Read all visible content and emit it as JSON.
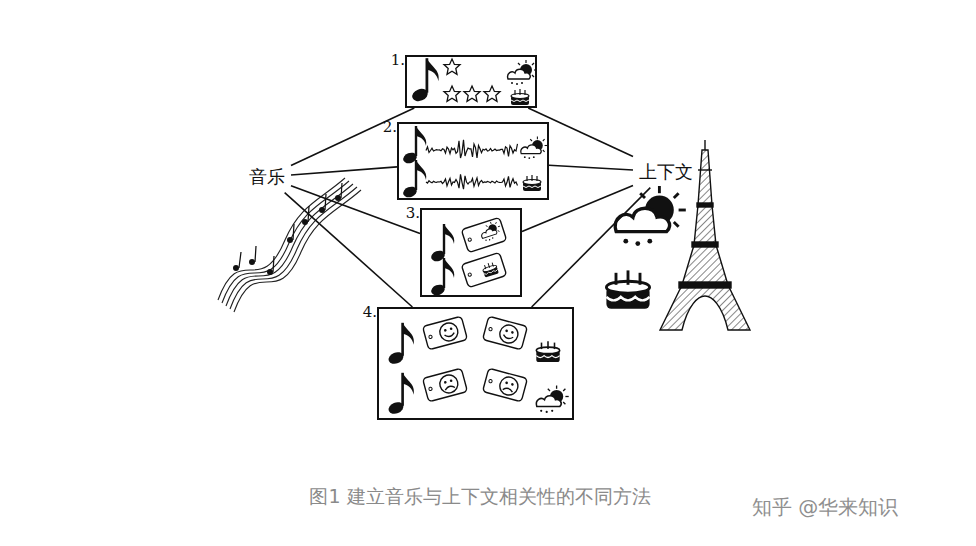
{
  "diagram": {
    "caption": "图1 建立音乐与上下文相关性的不同方法",
    "nodes": [
      {
        "text": [
          "音乐"
        ]
      },
      {
        "text": [
          "1."
        ]
      },
      {
        "text": [
          "2."
        ]
      },
      {
        "text": [
          "3."
        ]
      },
      {
        "text": [
          "4."
        ]
      },
      {
        "text": [
          "上下文"
        ]
      }
    ],
    "edges": [
      {
        "from": 0,
        "to": 1,
        "arrow": "none"
      },
      {
        "from": 0,
        "to": 2,
        "arrow": "none"
      },
      {
        "from": 0,
        "to": 3,
        "arrow": "none"
      },
      {
        "from": 0,
        "to": 4,
        "arrow": "none"
      },
      {
        "from": 1,
        "to": 5,
        "arrow": "none"
      },
      {
        "from": 2,
        "to": 5,
        "arrow": "none"
      },
      {
        "from": 3,
        "to": 5,
        "arrow": "none"
      },
      {
        "from": 4,
        "to": 5,
        "arrow": "none"
      }
    ],
    "labels": [
      "知乎 @华来知识"
    ]
  }
}
